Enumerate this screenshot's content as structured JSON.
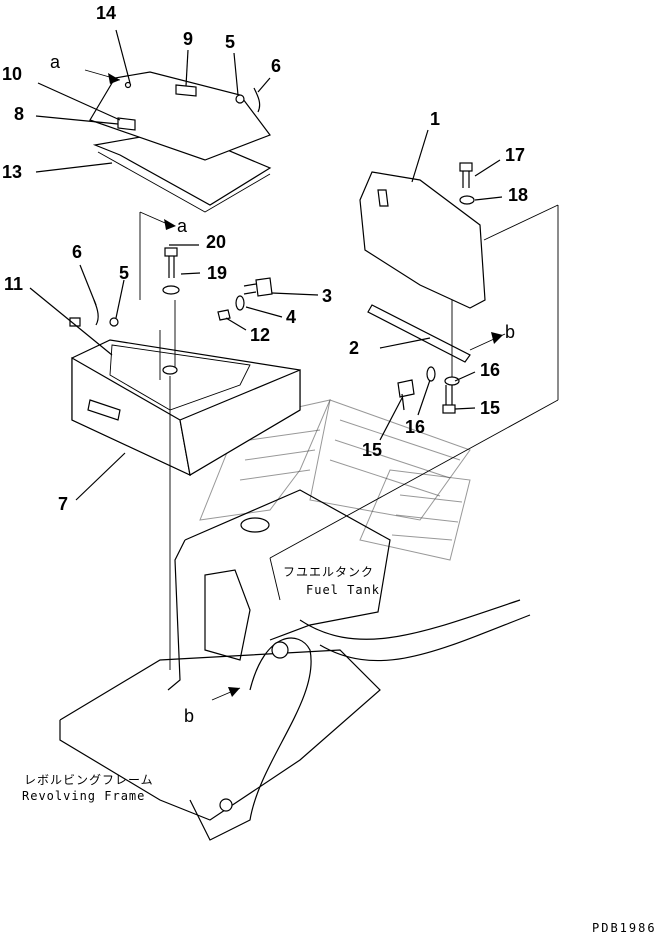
{
  "callouts": {
    "c1": "1",
    "c2": "2",
    "c3": "3",
    "c4": "4",
    "c5a": "5",
    "c5b": "5",
    "c6a": "6",
    "c6b": "6",
    "c7": "7",
    "c8": "8",
    "c9": "9",
    "c10": "10",
    "c11": "11",
    "c12": "12",
    "c13": "13",
    "c14": "14",
    "c15a": "15",
    "c15b": "15",
    "c16a": "16",
    "c16b": "16",
    "c17": "17",
    "c18": "18",
    "c19": "19",
    "c20": "20"
  },
  "refs": {
    "a_top": "a",
    "a_mid": "a",
    "b_right": "b",
    "b_bottom": "b"
  },
  "labels": {
    "fuel_tank_jp": "フユエルタンク",
    "fuel_tank_en": "Fuel Tank",
    "frame_jp": "レボルビングフレーム",
    "frame_en": "Revolving Frame"
  },
  "drawing_code": "PDB1986"
}
